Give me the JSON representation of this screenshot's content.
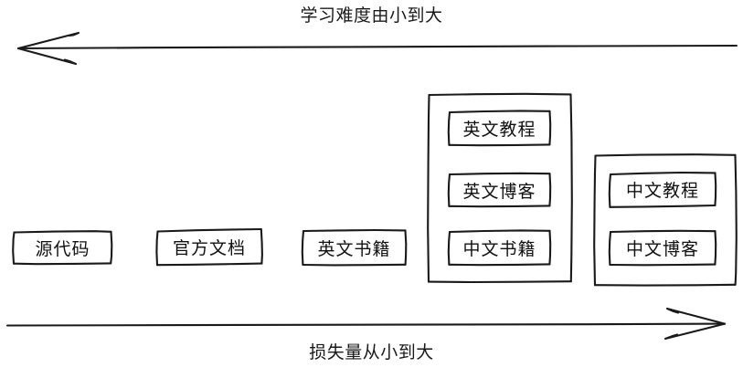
{
  "diagram": {
    "title_top": "学习难度由小到大",
    "title_bottom": "损失量从小到大",
    "stroke_color": "#1a1a1a",
    "background_color": "#ffffff",
    "top_axis": {
      "label": "学习难度由小到大",
      "direction": "left",
      "arrow_end": "left"
    },
    "bottom_axis": {
      "label": "损失量从小到大",
      "direction": "right",
      "arrow_end": "right"
    },
    "nodes": [
      {
        "id": "source-code",
        "label": "源代码"
      },
      {
        "id": "official-docs",
        "label": "官方文档"
      },
      {
        "id": "english-books",
        "label": "英文书籍"
      },
      {
        "id": "english-tutorials",
        "label": "英文教程"
      },
      {
        "id": "english-blogs",
        "label": "英文博客"
      },
      {
        "id": "chinese-books",
        "label": "中文书籍"
      },
      {
        "id": "chinese-tutorials",
        "label": "中文教程"
      },
      {
        "id": "chinese-blogs",
        "label": "中文博客"
      }
    ],
    "groups": [
      {
        "id": "group-english-cluster",
        "members": [
          "英文教程",
          "英文博客",
          "中文书籍"
        ]
      },
      {
        "id": "group-chinese-cluster",
        "members": [
          "中文教程",
          "中文博客"
        ]
      }
    ]
  }
}
